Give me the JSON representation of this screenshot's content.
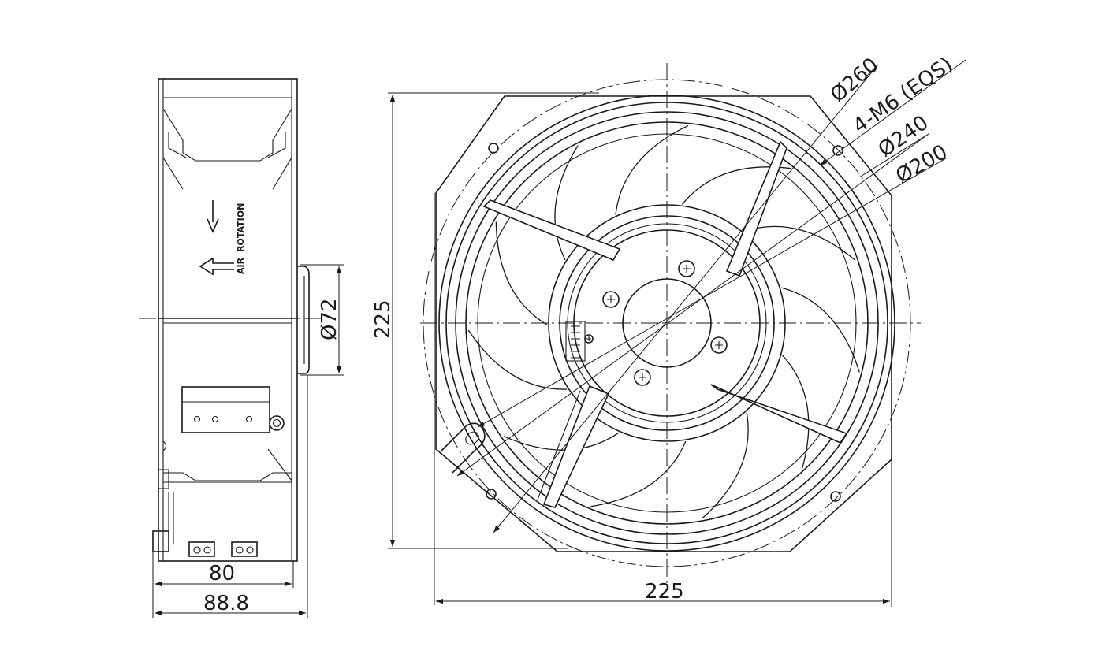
{
  "side_view": {
    "label_airflow": "AIR",
    "label_rotation": "ROTATION",
    "dim_depth": "80",
    "dim_overall_depth": "88.8",
    "dim_hub": "Ø72"
  },
  "front_view": {
    "dim_height": "225",
    "dim_width": "225",
    "callout_outer_ring": "Ø260",
    "callout_mounting_holes": "4-M6 (EQS)",
    "callout_venturi": "Ø240",
    "callout_impeller": "Ø200"
  }
}
